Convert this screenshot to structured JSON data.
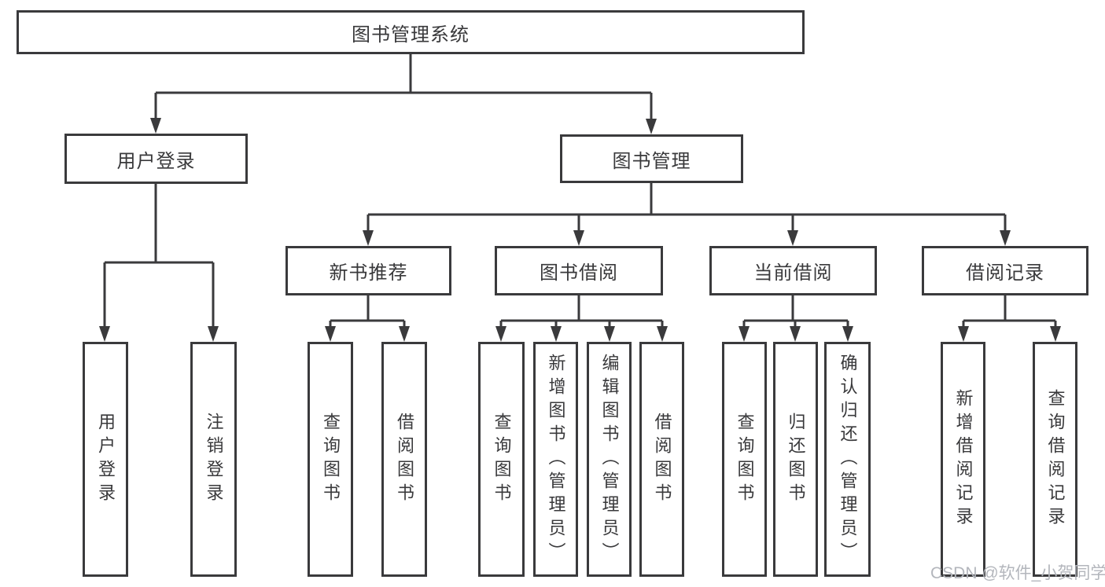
{
  "colors": {
    "line": "#3a3a3c",
    "box_border": "#3a3a3c",
    "text": "#39393b",
    "watermark": "#b3b6bc",
    "background": "#ffffff"
  },
  "diagram": {
    "root": {
      "label": "图书管理系统"
    },
    "branches": [
      {
        "label": "用户登录"
      },
      {
        "label": "图书管理"
      }
    ],
    "modules": [
      {
        "label": "新书推荐"
      },
      {
        "label": "图书借阅"
      },
      {
        "label": "当前借阅"
      },
      {
        "label": "借阅记录"
      }
    ],
    "leaves": [
      {
        "label": "用户登录"
      },
      {
        "label": "注销登录"
      },
      {
        "label": "查询图书"
      },
      {
        "label": "借阅图书"
      },
      {
        "label": "查询图书"
      },
      {
        "label": "新增图书（管理员）"
      },
      {
        "label": "编辑图书（管理员）"
      },
      {
        "label": "借阅图书"
      },
      {
        "label": "查询图书"
      },
      {
        "label": "归还图书"
      },
      {
        "label": "确认归还（管理员）"
      },
      {
        "label": "新增借阅记录"
      },
      {
        "label": "查询借阅记录"
      }
    ]
  },
  "watermark": {
    "text": "CSDN @软件_小贺同学"
  }
}
